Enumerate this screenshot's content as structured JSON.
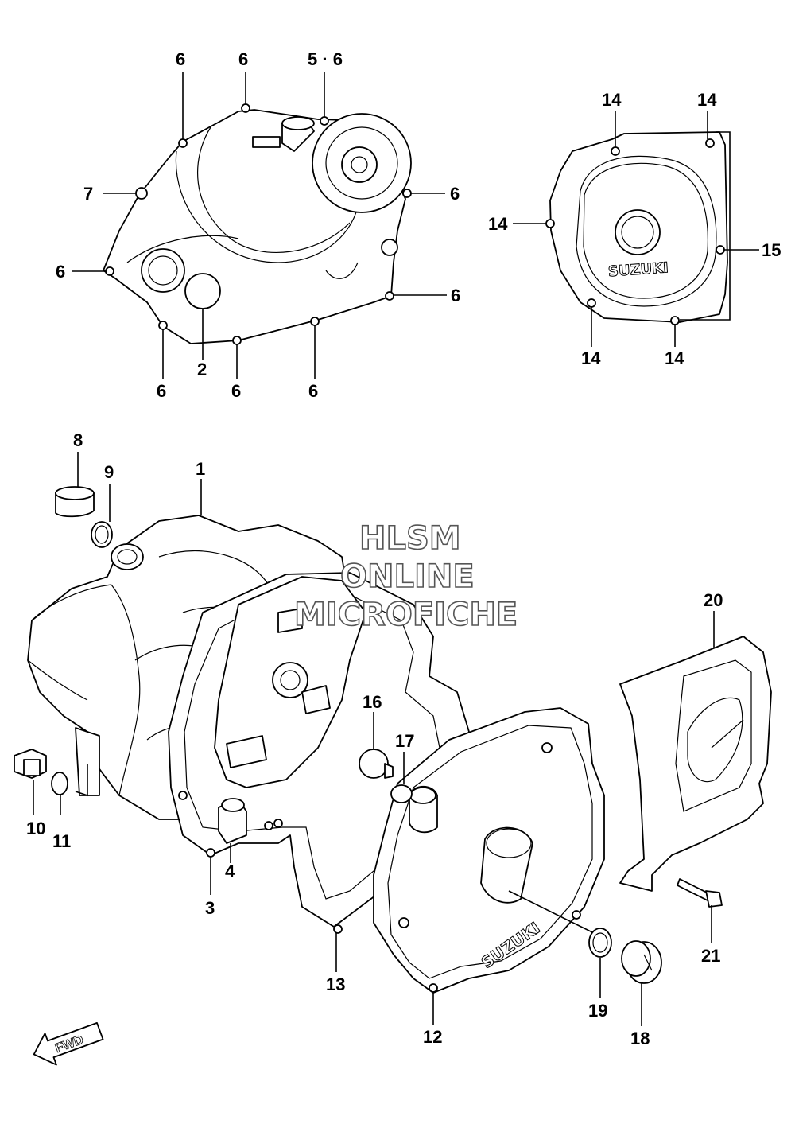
{
  "watermark": {
    "line1": "HLSM",
    "line2": "ONLINE",
    "line3": "MICROFICHE"
  },
  "logos": {
    "generator_cover": "SUZUKI",
    "clutch_cover_outer": "SUZUKI"
  },
  "fwd_arrow": "FWD",
  "callouts": [
    {
      "id": "c-6-a",
      "text": "6"
    },
    {
      "id": "c-6-b",
      "text": "6"
    },
    {
      "id": "c-5-6",
      "text": "5 · 6"
    },
    {
      "id": "c-7",
      "text": "7"
    },
    {
      "id": "c-6-c",
      "text": "6"
    },
    {
      "id": "c-6-d",
      "text": "6"
    },
    {
      "id": "c-6-e",
      "text": "6"
    },
    {
      "id": "c-2",
      "text": "2"
    },
    {
      "id": "c-6-f",
      "text": "6"
    },
    {
      "id": "c-6-g",
      "text": "6"
    },
    {
      "id": "c-6-h",
      "text": "6"
    },
    {
      "id": "c-14-a",
      "text": "14"
    },
    {
      "id": "c-14-b",
      "text": "14"
    },
    {
      "id": "c-14-c",
      "text": "14"
    },
    {
      "id": "c-15",
      "text": "15"
    },
    {
      "id": "c-14-d",
      "text": "14"
    },
    {
      "id": "c-14-e",
      "text": "14"
    },
    {
      "id": "c-8",
      "text": "8"
    },
    {
      "id": "c-9",
      "text": "9"
    },
    {
      "id": "c-1",
      "text": "1"
    },
    {
      "id": "c-20",
      "text": "20"
    },
    {
      "id": "c-16",
      "text": "16"
    },
    {
      "id": "c-17",
      "text": "17"
    },
    {
      "id": "c-10",
      "text": "10"
    },
    {
      "id": "c-11",
      "text": "11"
    },
    {
      "id": "c-4",
      "text": "4"
    },
    {
      "id": "c-3",
      "text": "3"
    },
    {
      "id": "c-13",
      "text": "13"
    },
    {
      "id": "c-21",
      "text": "21"
    },
    {
      "id": "c-19",
      "text": "19"
    },
    {
      "id": "c-12",
      "text": "12"
    },
    {
      "id": "c-18",
      "text": "18"
    }
  ]
}
